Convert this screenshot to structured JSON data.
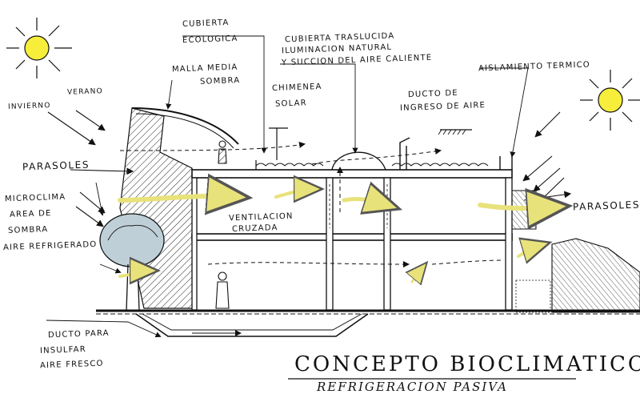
{
  "title": "CONCEPTO BIOCLIMATICO",
  "subtitle": "REFRIGERACION PASIVA",
  "labels": {
    "cubierta_ecologica_1": "CUBIERTA",
    "cubierta_ecologica_2": "ECOLOGICA",
    "cubierta_traslucida_1": "CUBIERTA TRASLUCIDA",
    "cubierta_traslucida_2": "ILUMINACION NATURAL",
    "cubierta_traslucida_3": "Y SUCCION DEL AIRE CALIENTE",
    "malla_1": "MALLA MEDIA",
    "malla_2": "SOMBRA",
    "chimenea_1": "CHIMENEA",
    "chimenea_2": "SOLAR",
    "ducto_ingreso_1": "DUCTO DE",
    "ducto_ingreso_2": "INGRESO DE AIRE",
    "aislamiento": "AISLAMIENTO TERMICO",
    "verano": "VERANO",
    "invierno": "INVIERNO",
    "parasoles_left": "PARASOLES",
    "parasoles_right": "PARASOLES",
    "micro_1": "MICROCLIMA",
    "micro_2": "AREA DE",
    "micro_3": "SOMBRA",
    "micro_4": "AIRE REFRIGERADO",
    "ventilacion_1": "VENTILACION",
    "ventilacion_2": "CRUZADA",
    "ducto_para_1": "DUCTO PARA",
    "ducto_para_2": "INSULFAR",
    "ducto_para_3": "AIRE FRESCO"
  },
  "colors": {
    "ink": "#111111",
    "sun": "#f7ee3c",
    "airflow": "#eeea8a",
    "tree": "#bfcfd8"
  }
}
